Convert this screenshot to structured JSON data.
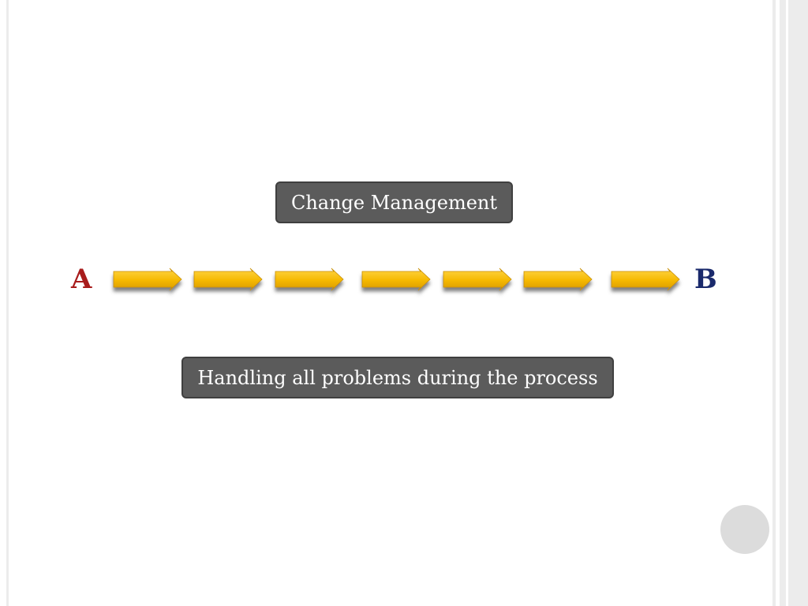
{
  "diagram": {
    "top_label": "Change Management",
    "bottom_label": "Handling all problems during the process",
    "start_label": "A",
    "end_label": "B",
    "start_color": "#a81c1c",
    "end_color": "#1a2a6c",
    "arrow_color": "#f5b800",
    "arrow_count": 7
  }
}
